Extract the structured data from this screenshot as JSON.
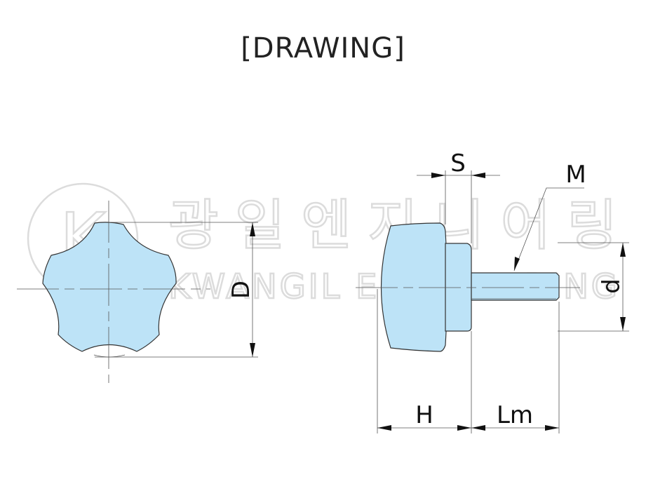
{
  "title": "[DRAWING]",
  "watermark": {
    "korean": "광일엔지니어링",
    "english": "KWANGIL ENGINEERING",
    "logo_letter": "K"
  },
  "dimensions": {
    "D": "D",
    "S": "S",
    "M": "M",
    "d": "d",
    "H": "H",
    "Lm": "Lm"
  },
  "colors": {
    "part_fill": "#bde3f7",
    "line": "#333333"
  }
}
